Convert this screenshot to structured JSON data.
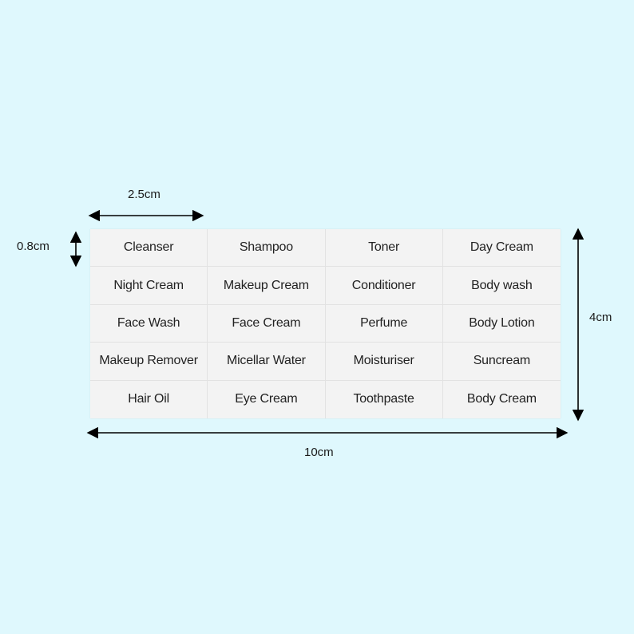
{
  "dimensions": {
    "label_width": "2.5cm",
    "label_height": "0.8cm",
    "sheet_height": "4cm",
    "sheet_width": "10cm"
  },
  "labels": [
    [
      "Cleanser",
      "Shampoo",
      "Toner",
      "Day Cream"
    ],
    [
      "Night Cream",
      "Makeup Cream",
      "Conditioner",
      "Body wash"
    ],
    [
      "Face Wash",
      "Face Cream",
      "Perfume",
      "Body Lotion"
    ],
    [
      "Makeup Remover",
      "Micellar Water",
      "Moisturiser",
      "Suncream"
    ],
    [
      "Hair Oil",
      "Eye Cream",
      "Toothpaste",
      "Body Cream"
    ]
  ],
  "colors": {
    "background": "#dff8fd",
    "sheet": "#f3f3f3",
    "arrow": "#000000"
  }
}
